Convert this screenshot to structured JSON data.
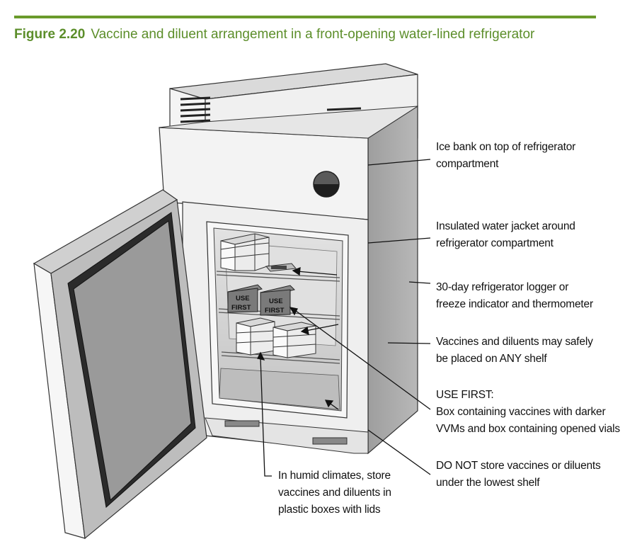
{
  "figure": {
    "number": "Figure 2.20",
    "title": "Vaccine and diluent arrangement in a front-opening water-lined refrigerator"
  },
  "box_labels": {
    "use_first_1_line1": "USE",
    "use_first_1_line2": "FIRST",
    "use_first_2_line1": "USE",
    "use_first_2_line2": "FIRST"
  },
  "callouts": {
    "ice_bank": [
      "Ice bank on top of refrigerator",
      "compartment"
    ],
    "water_jacket": [
      "Insulated water jacket around",
      "refrigerator compartment"
    ],
    "logger": [
      "30-day refrigerator logger or",
      "freeze indicator and thermometer"
    ],
    "any_shelf": [
      "Vaccines and diluents may safely",
      "be placed on ANY shelf"
    ],
    "use_first": [
      "USE FIRST:",
      "Box containing vaccines with darker",
      "VVMs and box containing opened vials"
    ],
    "lowest_shelf": [
      "DO NOT store vaccines or diluents",
      "under the lowest shelf"
    ],
    "humid": [
      "In humid climates, store",
      "vaccines and diluents in",
      "plastic boxes with lids"
    ]
  },
  "colors": {
    "accent": "#5c8e2a",
    "rule": "#6a9a2b",
    "body_front": "#f2f2f2",
    "body_side": "#a8a8a8",
    "interior": "#d4d4d4"
  }
}
